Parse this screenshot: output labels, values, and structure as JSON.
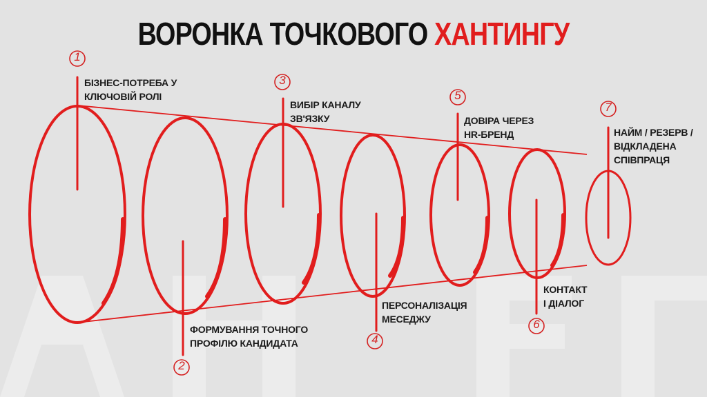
{
  "title": {
    "part1": "ВОРОНКА ТОЧКОВОГО",
    "part2": "ХАНТИНГУ"
  },
  "stages": [
    {
      "number": "1",
      "lines": [
        "БІЗНЕС-ПОТРЕБА У",
        "КЛЮЧОВІЙ РОЛІ"
      ]
    },
    {
      "number": "2",
      "lines": [
        "ФОРМУВАННЯ ТОЧНОГО",
        "ПРОФІЛЮ КАНДИДАТА"
      ]
    },
    {
      "number": "3",
      "lines": [
        "ВИБІР КАНАЛУ",
        "ЗВ'ЯЗКУ"
      ]
    },
    {
      "number": "4",
      "lines": [
        "ПЕРСОНАЛІЗАЦІЯ",
        "МЕСЕДЖУ"
      ]
    },
    {
      "number": "5",
      "lines": [
        "ДОВІРА ЧЕРЕЗ",
        "HR-БРЕНД"
      ]
    },
    {
      "number": "6",
      "lines": [
        "КОНТАКТ",
        "І ДІАЛОГ"
      ]
    },
    {
      "number": "7",
      "lines": [
        "НАЙМ / РЕЗЕРВ /",
        "ВІДКЛАДЕНА",
        "СПІВПРАЦЯ"
      ]
    }
  ],
  "colors": {
    "accent": "#e11d1d",
    "text": "#1a1a1a",
    "background": "#e3e3e3"
  }
}
